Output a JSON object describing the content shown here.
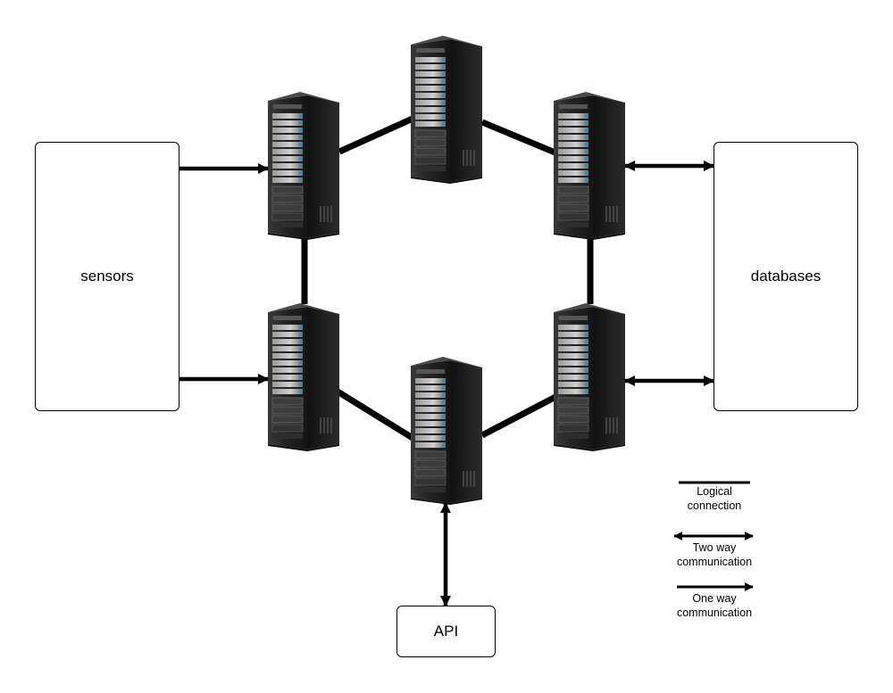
{
  "nodes": {
    "sensors": "sensors",
    "databases": "databases",
    "api": "API"
  },
  "servers": [
    "server-top",
    "server-upper-left",
    "server-upper-right",
    "server-lower-left",
    "server-lower-right",
    "server-bottom"
  ],
  "legend": {
    "logical": "Logical connection",
    "two_way": "Two way communication",
    "one_way": "One way communication"
  },
  "colors": {
    "line": "#000000",
    "server_body": "#1a1a1a",
    "server_accent": "#2a8fc4",
    "box_border": "#000000"
  }
}
